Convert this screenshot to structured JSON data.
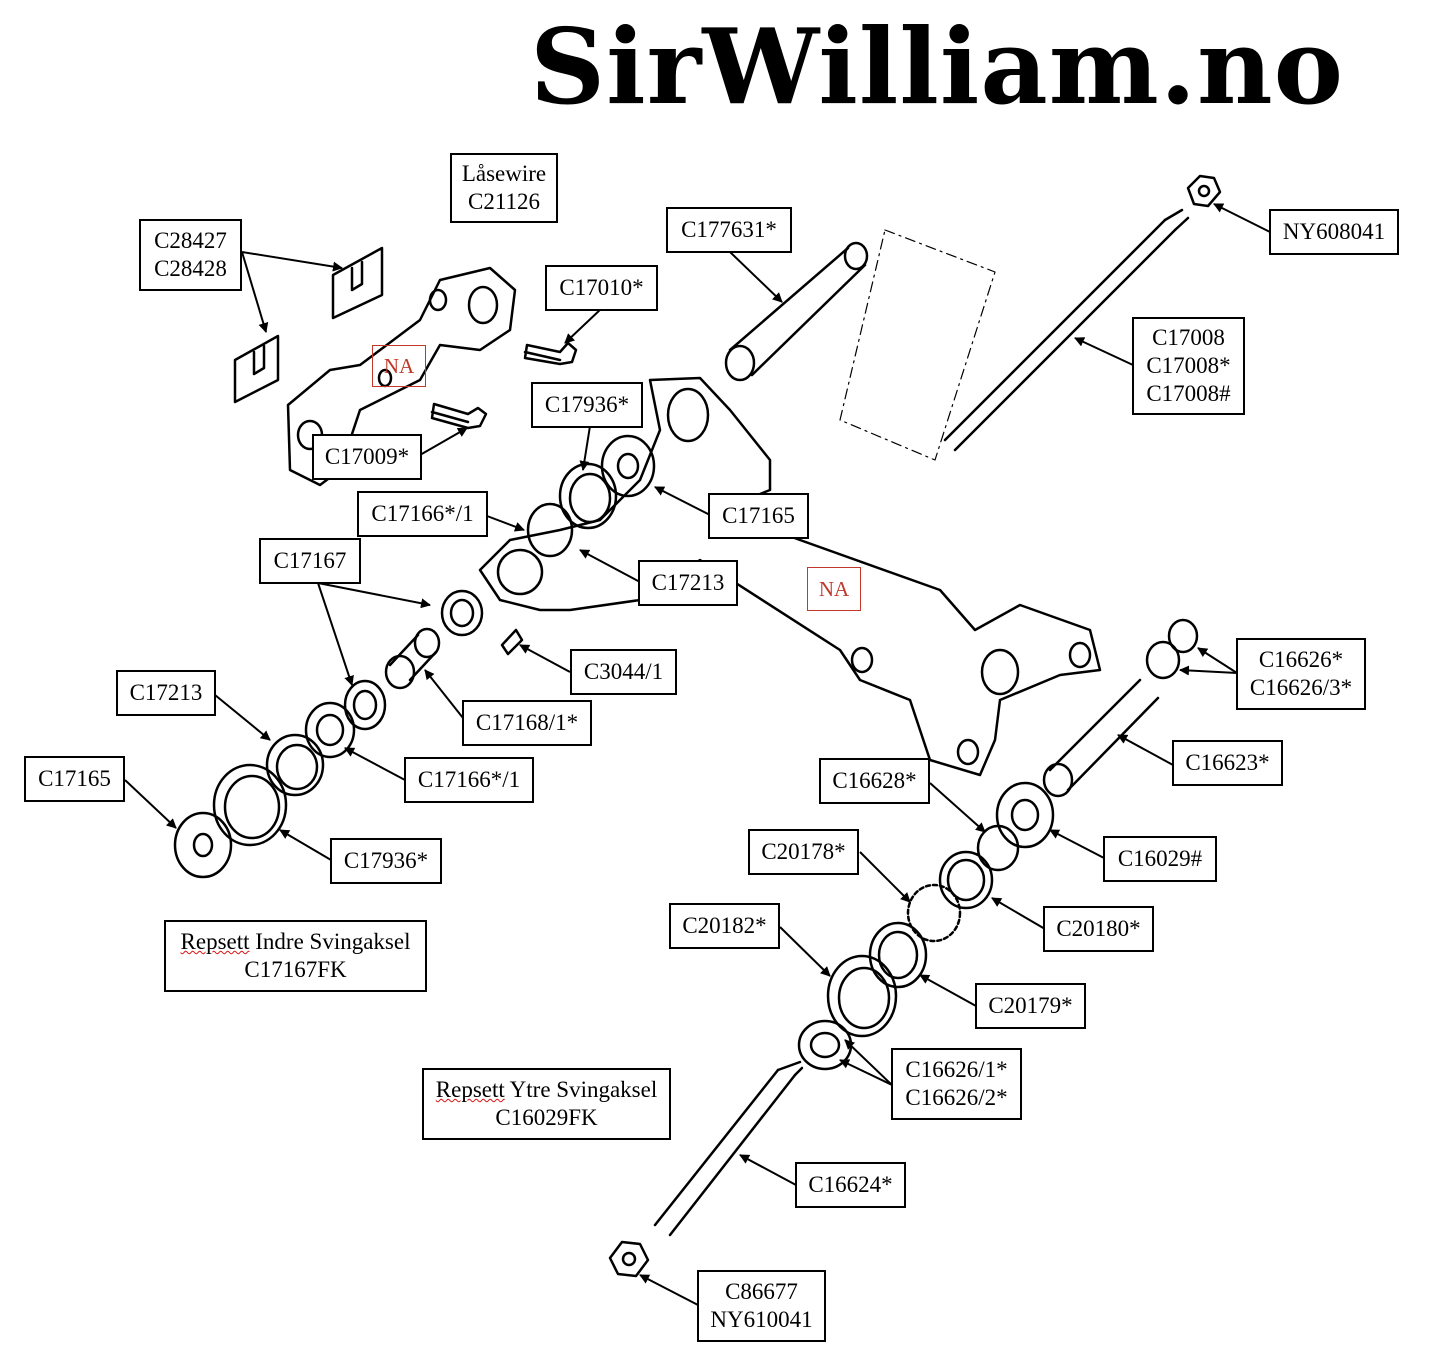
{
  "site": {
    "brand": "SirWilliam.no"
  },
  "labels": {
    "laasewire": {
      "line1": "Låsewire",
      "line2": "C21126"
    },
    "c28427": {
      "line1": "C28427",
      "line2": "C28428"
    },
    "c177631": "C177631*",
    "ny608041": "NY608041",
    "c17010": "C17010*",
    "c17008": {
      "line1": "C17008",
      "line2": "C17008*",
      "line3": "C17008#"
    },
    "c17936_top": "C17936*",
    "c17009": "C17009*",
    "c17165_top": "C17165",
    "c17166_top": "C17166*/1",
    "c17167": "C17167",
    "c17213_mid": "C17213",
    "c3044": "C3044/1",
    "c16626": {
      "line1": "C16626*",
      "line2": "C16626/3*"
    },
    "c17213_left": "C17213",
    "c17168": "C17168/1*",
    "c16623": "C16623*",
    "c16628": "C16628*",
    "c17166_low": "C17166*/1",
    "c17165_left": "C17165",
    "c16029": "C16029#",
    "c17936_low": "C17936*",
    "c20178": "C20178*",
    "c20180": "C20180*",
    "c20182": "C20182*",
    "c20179": "C20179*",
    "c16626_12": {
      "line1": "C16626/1*",
      "line2": "C16626/2*"
    },
    "c16624": "C16624*",
    "c86677": {
      "line1": "C86677",
      "line2": "NY610041"
    }
  },
  "kits": {
    "inner": {
      "word": "Repsett",
      "rest": " Indre Svingaksel",
      "code": "C17167FK"
    },
    "outer": {
      "word": "Repsett",
      "rest": " Ytre Svingaksel",
      "code": "C16029FK"
    }
  },
  "badges": {
    "na1": "NA",
    "na2": "NA"
  },
  "colors": {
    "badge": "#c0392b",
    "ink": "#000000"
  }
}
